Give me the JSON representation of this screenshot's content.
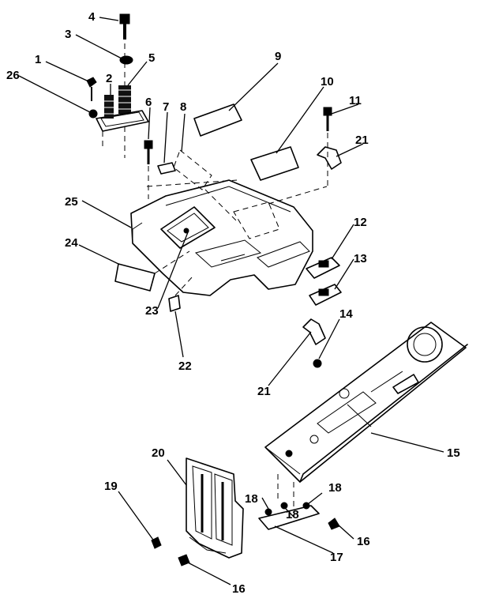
{
  "diagram": {
    "callouts": [
      {
        "id": "c1",
        "text": "1"
      },
      {
        "id": "c2",
        "text": "2"
      },
      {
        "id": "c3",
        "text": "3"
      },
      {
        "id": "c4",
        "text": "4"
      },
      {
        "id": "c5",
        "text": "5"
      },
      {
        "id": "c6",
        "text": "6"
      },
      {
        "id": "c7",
        "text": "7"
      },
      {
        "id": "c8",
        "text": "8"
      },
      {
        "id": "c9",
        "text": "9"
      },
      {
        "id": "c10",
        "text": "10"
      },
      {
        "id": "c11",
        "text": "11"
      },
      {
        "id": "c12",
        "text": "12"
      },
      {
        "id": "c13",
        "text": "13"
      },
      {
        "id": "c14",
        "text": "14"
      },
      {
        "id": "c15",
        "text": "15"
      },
      {
        "id": "c16a",
        "text": "16"
      },
      {
        "id": "c16b",
        "text": "16"
      },
      {
        "id": "c17",
        "text": "17"
      },
      {
        "id": "c18a",
        "text": "18"
      },
      {
        "id": "c18b",
        "text": "18"
      },
      {
        "id": "c18c",
        "text": "18"
      },
      {
        "id": "c19",
        "text": "19"
      },
      {
        "id": "c20",
        "text": "20"
      },
      {
        "id": "c21a",
        "text": "21"
      },
      {
        "id": "c21b",
        "text": "21"
      },
      {
        "id": "c22",
        "text": "22"
      },
      {
        "id": "c23",
        "text": "23"
      },
      {
        "id": "c24",
        "text": "24"
      },
      {
        "id": "c25",
        "text": "25"
      },
      {
        "id": "c26",
        "text": "26"
      }
    ]
  }
}
